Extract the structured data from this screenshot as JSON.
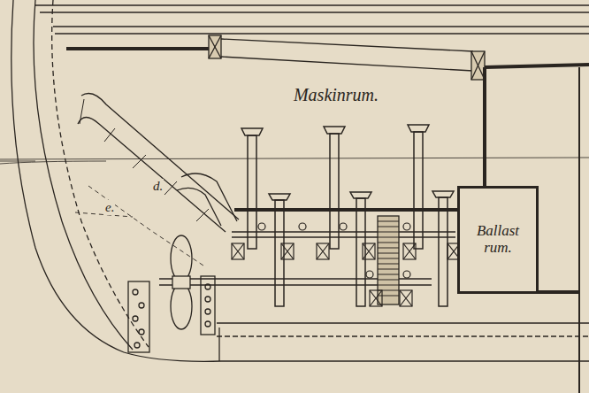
{
  "diagram": {
    "nodes": [
      {
        "text": [
          "Maskinrum."
        ]
      },
      {
        "text": [
          "Ballast rum."
        ]
      }
    ],
    "labels": [
      "e.",
      "d."
    ]
  }
}
